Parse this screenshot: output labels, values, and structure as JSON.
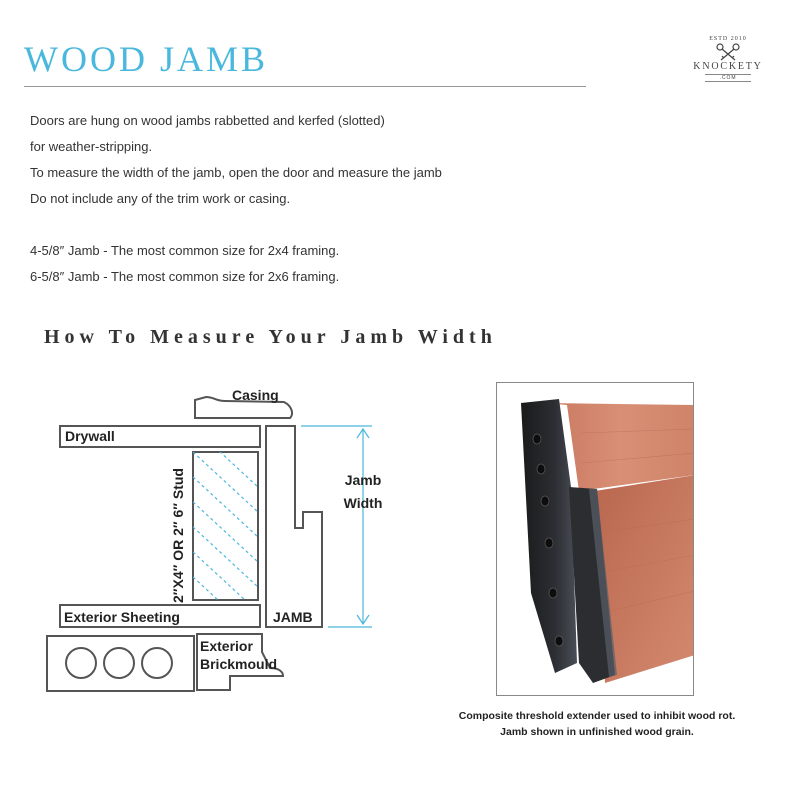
{
  "header": {
    "title": "WOOD JAMB"
  },
  "logo": {
    "estd": "ESTD 2010",
    "name": "KNOCKETY",
    "domain": ".COM"
  },
  "intro": {
    "lines": [
      "Doors are hung on wood jambs rabbetted and kerfed (slotted)",
      "for weather-stripping.",
      "To measure the width of the jamb, open the door and measure the jamb",
      "Do not include any of the trim work or casing."
    ],
    "sizes": [
      "4-5/8″ Jamb - The most common size for 2x4 framing.",
      "6-5/8″ Jamb - The most common size for 2x6 framing."
    ]
  },
  "diagram": {
    "heading": "How To Measure Your Jamb Width",
    "labels": {
      "casing": "Casing",
      "drywall": "Drywall",
      "stud": "2″X4″ OR 2″ 6″ Stud",
      "jamb_width_line1": "Jamb",
      "jamb_width_line2": "Width",
      "exterior_sheeting": "Exterior Sheeting",
      "jamb": "JAMB",
      "brickmould_line1": "Exterior",
      "brickmould_line2": "Brickmould"
    },
    "colors": {
      "accent": "#4ab8dd",
      "line": "#555555"
    }
  },
  "photo": {
    "caption_lines": [
      "Composite threshold extender used to inhibit wood rot.",
      "Jamb shown in unfinished wood grain."
    ]
  }
}
